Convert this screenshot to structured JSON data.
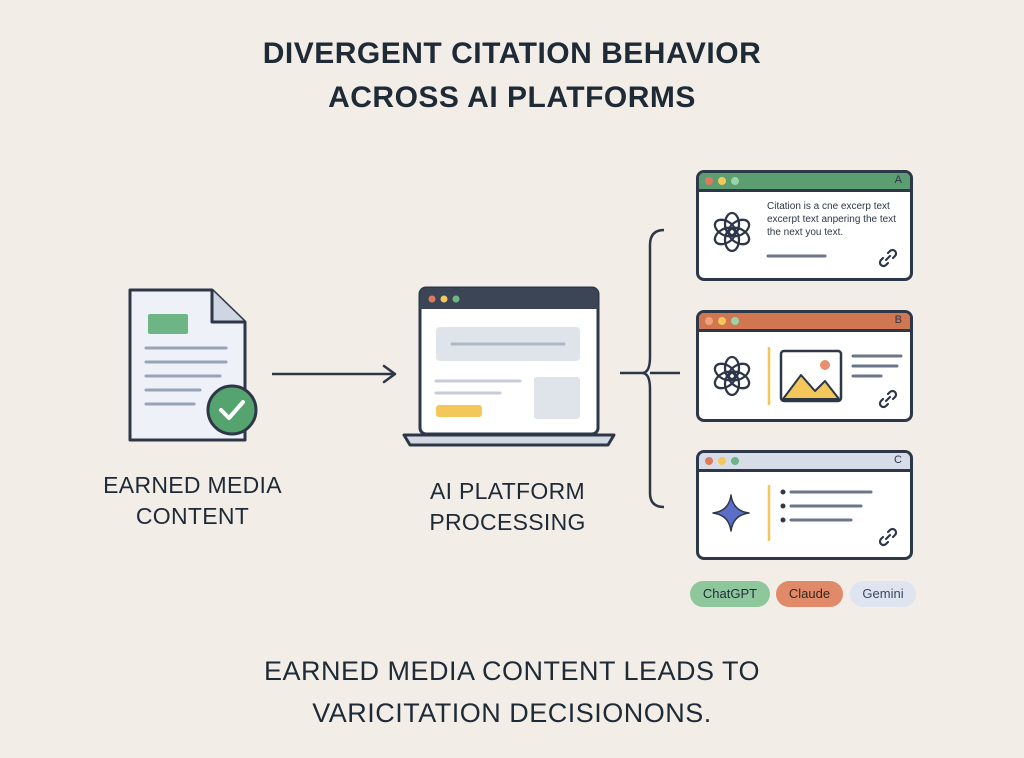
{
  "title": {
    "line1": "DIVERGENT CITATION BEHAVIOR",
    "line2": "ACROSS AI PLATFORMS"
  },
  "stages": {
    "source_label_line1": "EARNED MEDIA",
    "source_label_line2": "CONTENT",
    "processing_label_line1": "AI PLATFORM",
    "processing_label_line2": "PROCESSING"
  },
  "panels": [
    {
      "letter": "A",
      "bar_color": "#5a9e72",
      "icon": "openai-knot-icon",
      "text": "Citation is a cne excerp text excerpt text anpering the text the next you text."
    },
    {
      "letter": "B",
      "bar_color": "#d07650",
      "icon": "openai-knot-icon"
    },
    {
      "letter": "C",
      "bar_color": "#d6dde9",
      "icon": "sparkle-star-icon"
    }
  ],
  "chips": [
    {
      "label": "ChatGPT",
      "color": "#8fc79c"
    },
    {
      "label": "Claude",
      "color": "#e08a6a"
    },
    {
      "label": "Gemini",
      "color": "#dfe5f0"
    }
  ],
  "footer": {
    "line1": "EARNED MEDIA CONTENT LEADS TO",
    "line2": "VARICITATION DECISIONONS."
  },
  "colors": {
    "background": "#f2eee7",
    "ink": "#2d3748",
    "green": "#5a9e72",
    "orange": "#d07650",
    "check_green": "#55a36f",
    "highlight_yellow": "#f3c75a"
  }
}
